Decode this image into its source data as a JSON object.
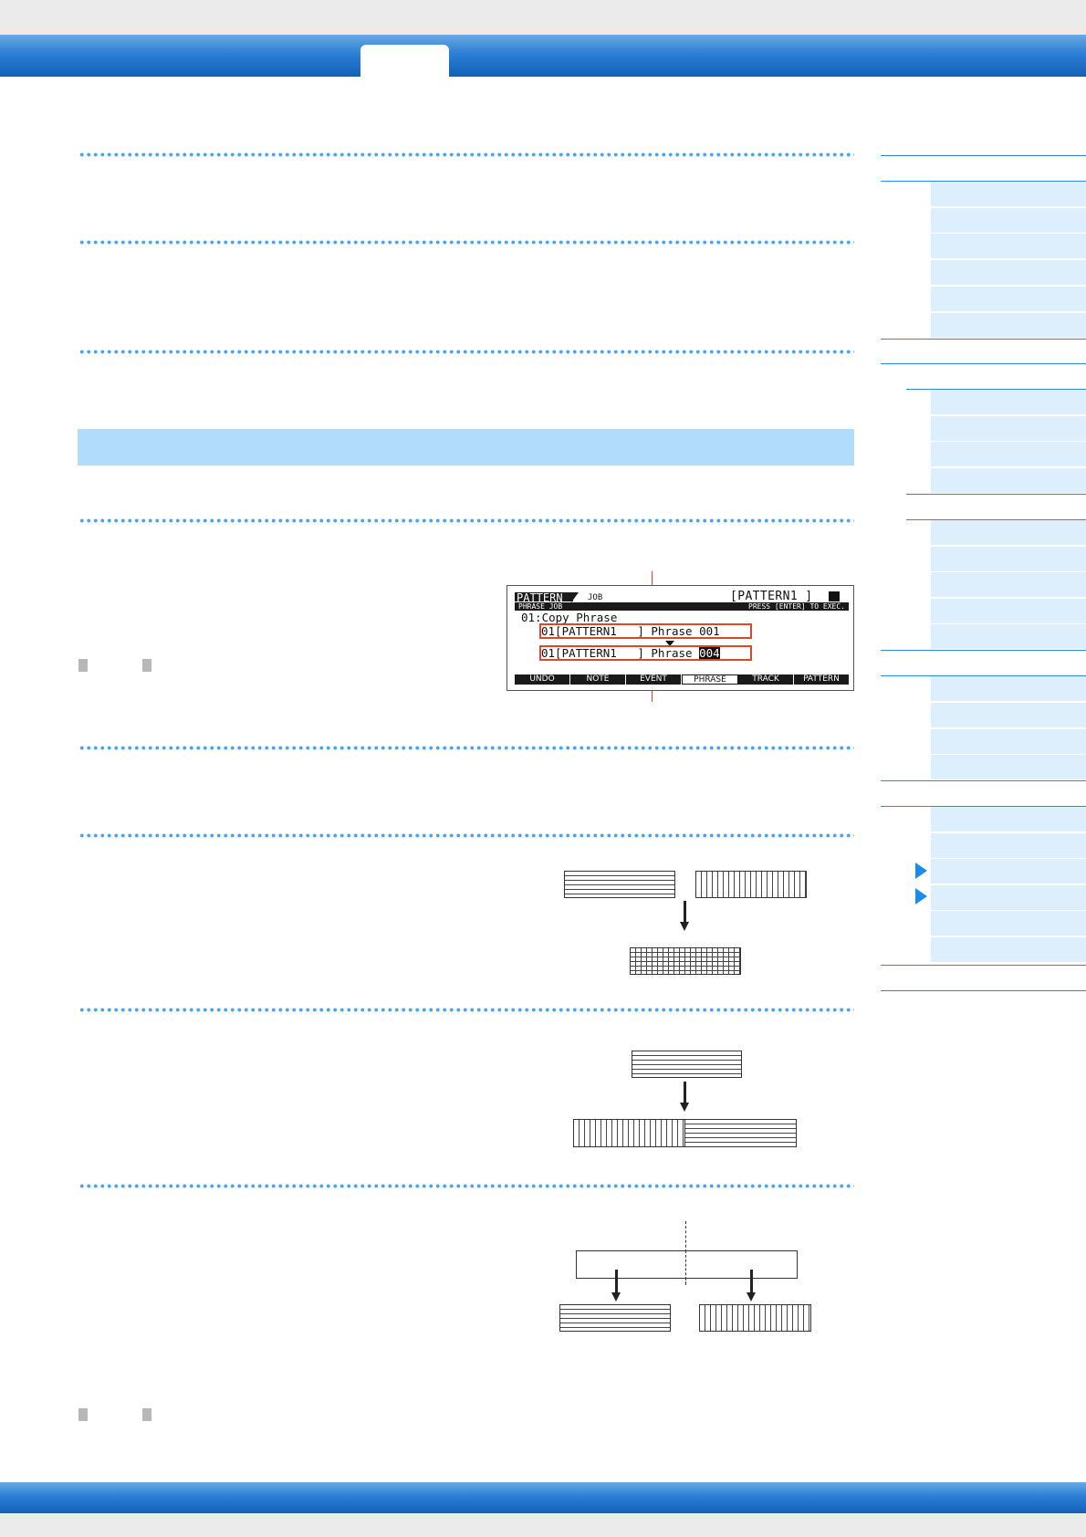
{
  "page": {
    "header_tab": "",
    "sections": [],
    "band_title": ""
  },
  "lcd": {
    "mode_tab": "PATTERN",
    "mode_sub": "JOB",
    "pattern_name": "[PATTERN1  ]",
    "job_title": "PHRASE JOB",
    "hint": "PRESS [ENTER] TO EXEC.",
    "job_line": "01:Copy Phrase",
    "source_line": "01[PATTERN1   ] Phrase 001",
    "dest_prefix": "01[PATTERN1   ] Phrase ",
    "dest_value": "004",
    "menu": [
      "UNDO",
      "NOTE",
      "EVENT",
      "PHRASE",
      "TRACK",
      "PATTERN"
    ],
    "active_menu": "PHRASE"
  },
  "colors": {
    "header_blue": "#2b7fd4",
    "band_blue": "#b2dcfc",
    "dot_blue": "#4ba3ea",
    "nav_cell": "#ddeefc",
    "nav_arrow": "#1a8ceb",
    "highlight_box": "#d64a2a"
  },
  "icons": {
    "nav_arrow": "triangle-right",
    "down_arrow": "arrow-down",
    "note_marker": "gray-square"
  }
}
